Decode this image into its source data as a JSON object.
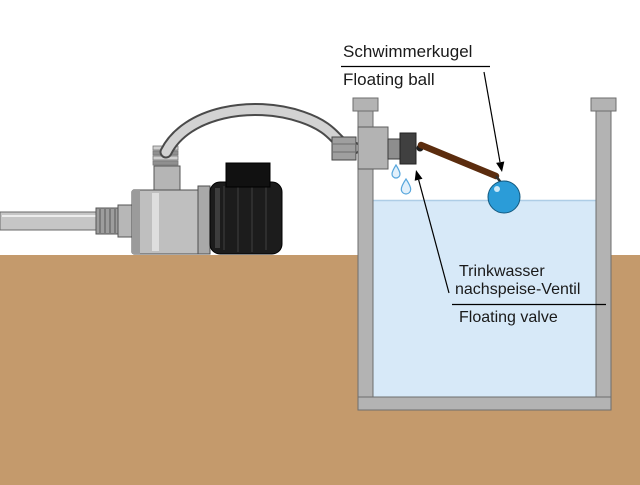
{
  "diagram": {
    "labels": {
      "floating_ball_de": "Schwimmerkugel",
      "floating_ball_en": "Floating ball",
      "valve_de_line1": "Trinkwasser",
      "valve_de_line2": "nachspeise-Ventil",
      "valve_en": "Floating valve"
    },
    "colors": {
      "ground": "#c49a6c",
      "water": "#d7e9f8",
      "water_surface": "#aecde6",
      "tank_wall": "#b3b3b3",
      "ball": "#2b9cd8",
      "lever": "#5b2c0e",
      "pump_dark": "#1c1c1c",
      "pipe": "#c6c6c6",
      "drop_fill": "#e2f0fb",
      "drop_stroke": "#58a7dd"
    }
  }
}
